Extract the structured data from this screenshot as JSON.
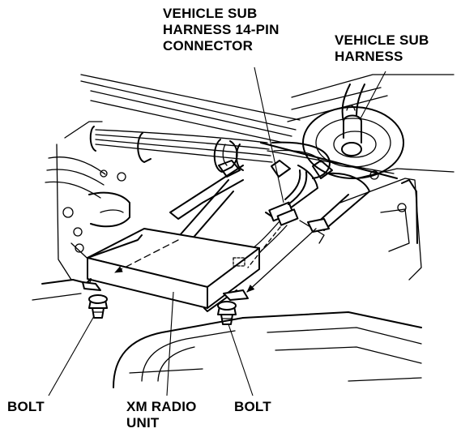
{
  "labels": {
    "connector": [
      "VEHICLE SUB",
      "HARNESS 14-PIN",
      "CONNECTOR"
    ],
    "harness": [
      "VEHICLE SUB",
      "HARNESS"
    ],
    "bolt_left": "BOLT",
    "radio_unit": [
      "XM RADIO",
      "UNIT"
    ],
    "bolt_right": "BOLT"
  }
}
